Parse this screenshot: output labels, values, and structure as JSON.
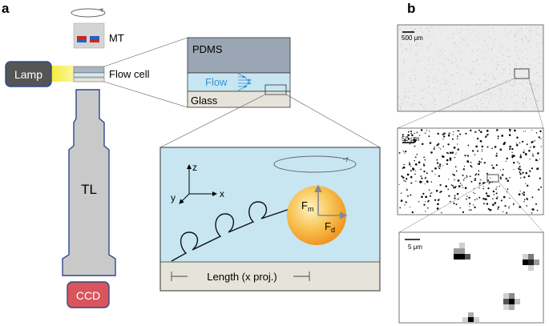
{
  "panel_a": {
    "label": "a",
    "mt": "MT",
    "lamp": "Lamp",
    "flow_cell": "Flow cell",
    "tl": "TL",
    "ccd": "CCD",
    "pdms": "PDMS",
    "flow": "Flow",
    "glass": "Glass",
    "axis_z": "z",
    "axis_y": "y",
    "axis_x": "x",
    "force_m": "F",
    "force_m_sub": "m",
    "force_d": "F",
    "force_d_sub": "d",
    "length": "Length (x proj.)"
  },
  "panel_b": {
    "label": "b",
    "scale_top": "500 μm",
    "scale_mid": "50 μm",
    "scale_bot": "5 μm"
  },
  "colors": {
    "lamp": "#555555",
    "beam": "#f5ec2e",
    "tl": "#c9c9c9",
    "outline_blue": "#2c4a8c",
    "ccd": "#d9555b",
    "pdms": "#9aa6b3",
    "flow_bg": "#c8e6f2",
    "glass": "#e6e4da",
    "flow_text": "#3b8fd6",
    "bead": "#f5a623"
  }
}
